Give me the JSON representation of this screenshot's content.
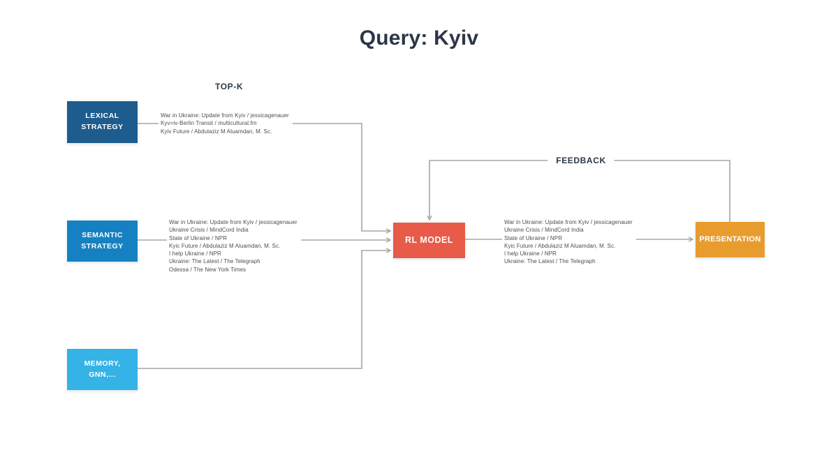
{
  "title": "Query: Kyiv",
  "labels": {
    "top_k": "TOP-K",
    "feedback": "FEEDBACK"
  },
  "colors": {
    "connector": "#a5a5a5",
    "title_text": "#2b3647",
    "list_text": "#4d4d4d"
  },
  "nodes": {
    "lexical": {
      "label": "LEXICAL\nSTRATEGY",
      "color": "#1d5c8d"
    },
    "semantic": {
      "label": "SEMANTIC\nSTRATEGY",
      "color": "#1681c2"
    },
    "memory": {
      "label": "MEMORY,\nGNN,...",
      "color": "#35b2e6"
    },
    "rl_model": {
      "label": "RL MODEL",
      "color": "#e85b49"
    },
    "presentation": {
      "label": "PRESENTATION",
      "color": "#e89c2e"
    }
  },
  "lists": {
    "lexical_topk": {
      "lines": [
        "War in Ukraine: Update from Kyiv / jessicagenauer",
        "Kyv=iv-Berlin Transit / multicultural.fm",
        "Kyiv Future / Abdulaziz M Aluamdan, M. Sc."
      ]
    },
    "semantic_topk": {
      "lines": [
        "War in Ukraine: Update from Kyiv / jessicagenauer",
        "Ukraine Crisis / MindCord India",
        "State of Ukraine / NPR",
        "Kyic Future / Abdulaziz M Aluamdan, M. Sc.",
        "I help Ukraine / NPR",
        "Ukraine: The Latest / The Telegraph",
        "Odessa / The New York Times"
      ]
    },
    "rl_output": {
      "lines": [
        "War in Ukraine: Update from Kyiv / jessicagenauer",
        "Ukraine Crisis / MindCord India",
        "State of Ukraine / NPR",
        "Kyic Future / Abdulaziz M Aluamdan, M. Sc.",
        "I help Ukraine / NPR",
        "Ukraine: The Latest / The Telegraph"
      ]
    }
  }
}
